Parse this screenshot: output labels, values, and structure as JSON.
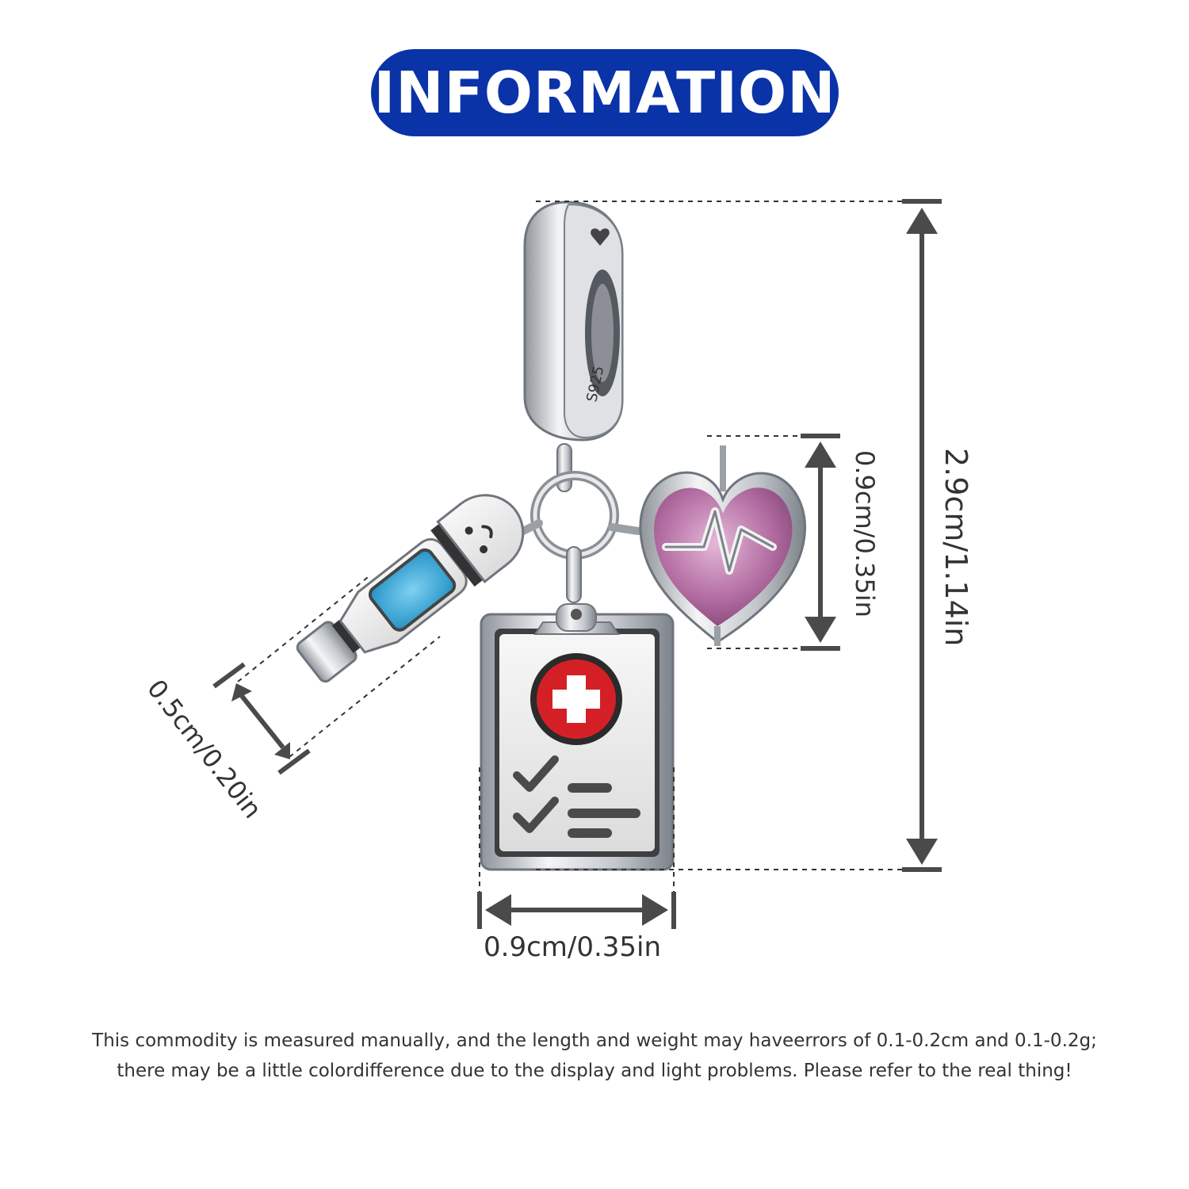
{
  "header": {
    "title": "INFORMATION"
  },
  "product": {
    "stamp": "S925"
  },
  "dimensions": {
    "total_height": "2.9cm/1.14in",
    "heart_height": "0.9cm/0.35in",
    "clipboard_width": "0.9cm/0.35in",
    "vial_width": "0.5cm/0.20in"
  },
  "disclaimer": {
    "line1": "This commodity is measured manually, and the length and weight may haveerrors of 0.1-0.2cm and 0.1-0.2g;",
    "line2": "there may be a little colordifference due to the display and light problems. Please refer to the real thing!"
  },
  "colors": {
    "header_bg": "#0a33a8",
    "silver": "#c9ccd1",
    "enamel_blue": "#2aa0d6",
    "enamel_red": "#d51f26",
    "crystal_pink": "#b06a9f",
    "dimension_gray": "#4a4a4a"
  }
}
